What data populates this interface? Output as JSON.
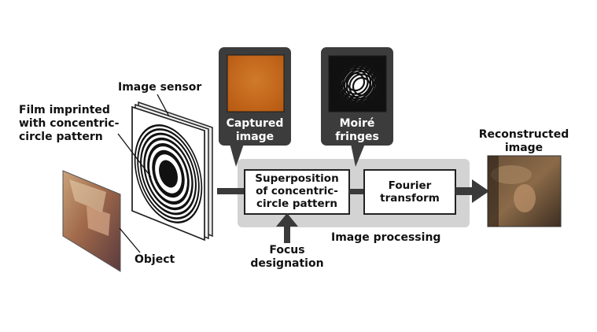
{
  "labels": {
    "image_sensor": "Image sensor",
    "film_line1": "Film imprinted",
    "film_line2": "with concentric-",
    "film_line3": "circle pattern",
    "object": "Object",
    "captured_line1": "Captured",
    "captured_line2": "image",
    "moire_line1": "Moiré",
    "moire_line2": "fringes",
    "superposition_line1": "Superposition",
    "superposition_line2": "of concentric-",
    "superposition_line3": "circle pattern",
    "fourier_line1": "Fourier",
    "fourier_line2": "transform",
    "focus_line1": "Focus",
    "focus_line2": "designation",
    "image_processing": "Image processing",
    "reconstructed_line1": "Reconstructed",
    "reconstructed_line2": "image"
  },
  "colors": {
    "callout_bg": "#3c3c3c",
    "processing_bg": "#d3d3d3",
    "arrow": "#3a3a3a",
    "captured_image": "#c96818"
  }
}
